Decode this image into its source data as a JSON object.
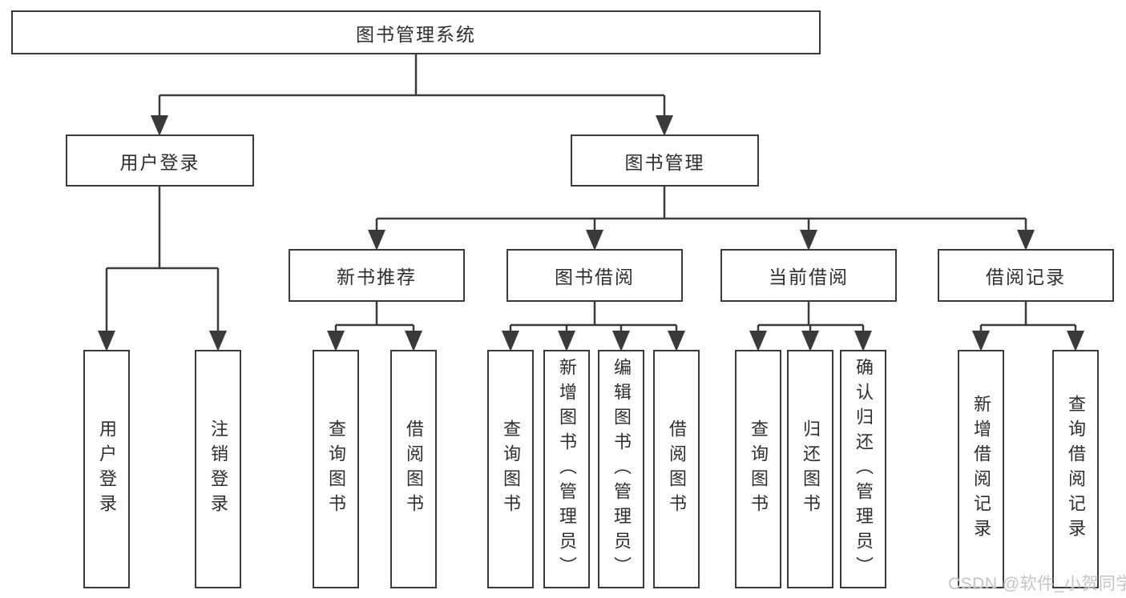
{
  "colors": {
    "line": "#3a3a3a",
    "text": "#2e2e2e",
    "box_background": "#ffffff",
    "background": "#ffffff",
    "watermark": "#c4c4c4"
  },
  "tree": {
    "label": "图书管理系统",
    "children": [
      {
        "label": "用户登录",
        "children": [
          {
            "label": "用户登录"
          },
          {
            "label": "注销登录"
          }
        ]
      },
      {
        "label": "图书管理",
        "children": [
          {
            "label": "新书推荐",
            "children": [
              {
                "label": "查询图书"
              },
              {
                "label": "借阅图书"
              }
            ]
          },
          {
            "label": "图书借阅",
            "children": [
              {
                "label": "查询图书"
              },
              {
                "label": "新增图书（管理员）"
              },
              {
                "label": "编辑图书（管理员）"
              },
              {
                "label": "借阅图书"
              }
            ]
          },
          {
            "label": "当前借阅",
            "children": [
              {
                "label": "查询图书"
              },
              {
                "label": "归还图书"
              },
              {
                "label": "确认归还（管理员）"
              }
            ]
          },
          {
            "label": "借阅记录",
            "children": [
              {
                "label": "新增借阅记录"
              },
              {
                "label": "查询借阅记录"
              }
            ]
          }
        ]
      }
    ]
  },
  "watermark": {
    "text": "CSDN @软件_小贺同学"
  }
}
